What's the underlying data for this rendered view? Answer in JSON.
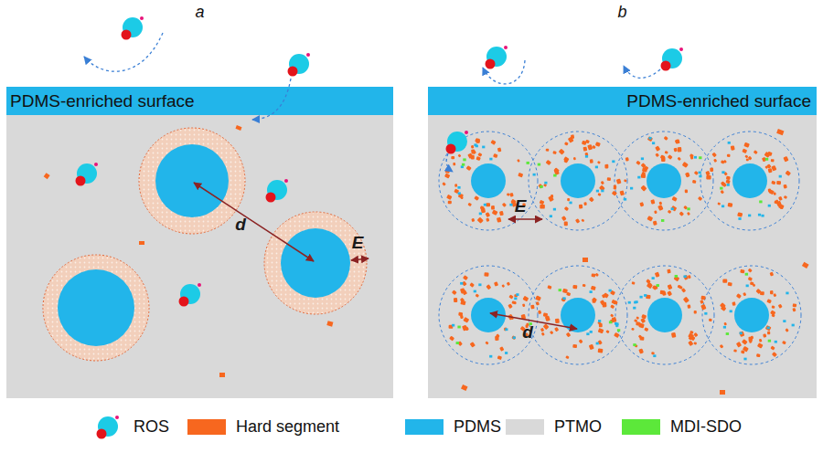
{
  "diagram": {
    "nodes": [
      {
        "text": [
          "a"
        ]
      },
      {
        "text": [
          "PDMS-enriched surface"
        ],
        "in": 0
      },
      {
        "text": [
          "b"
        ]
      },
      {
        "text": [
          "PDMS-enriched surface"
        ],
        "in": 2
      }
    ],
    "labels": [
      "d",
      "E",
      "d",
      "E"
    ],
    "legend": [
      {
        "text": "ROS"
      },
      {
        "text": "Hard segment",
        "color": "#f7671f"
      },
      {
        "text": "PDMS",
        "color": "#22b5ea"
      },
      {
        "text": "PTMO",
        "color": "#d9d9d9"
      },
      {
        "text": "MDI-SDO",
        "color": "#5ce83a"
      }
    ]
  }
}
